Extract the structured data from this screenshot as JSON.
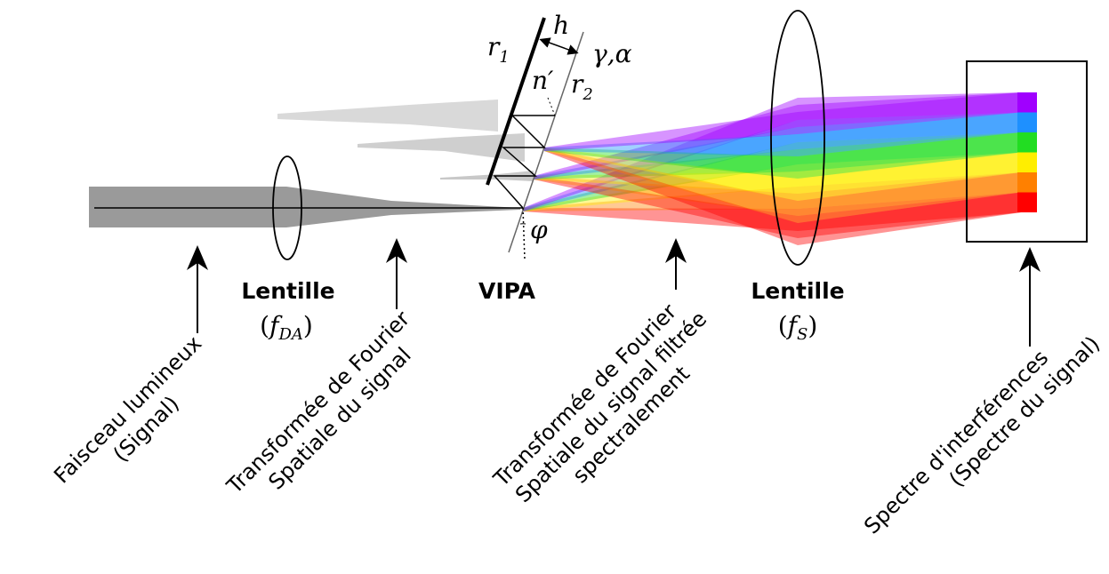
{
  "labels": {
    "lens1": "Lentille",
    "lens1_sym": "f",
    "lens1_sub": "DA",
    "lens2": "Lentille",
    "lens2_sym": "f",
    "lens2_sub": "S",
    "vipa": "VIPA",
    "beam_line1": "Faisceau lumineux",
    "beam_line2": "(Signal)",
    "ft1_line1": "Transformée de Fourier",
    "ft1_line2": "Spatiale du signal",
    "ft2_line1": "Transformée de Fourier",
    "ft2_line2": "Spatiale du signal filtrée",
    "ft2_line3": "spectralement",
    "spec_line1": "Spectre d'interférences",
    "spec_line2": "(Spectre du signal)",
    "sym_r1": "r",
    "sym_r1_sub": "1",
    "sym_r2": "r",
    "sym_r2_sub": "2",
    "sym_h": "h",
    "sym_gamma_alpha": "γ,α",
    "sym_n": "n",
    "sym_prime": "′",
    "sym_phi": "φ",
    "paren_open": "(",
    "paren_close": ")"
  },
  "colors": {
    "beam_gray": "#9a9a9a",
    "ghost_gray": "#d2d2d2",
    "spectrum": [
      "#ff0000",
      "#ff8000",
      "#ffee00",
      "#22dd22",
      "#1e90ff",
      "#a000ff"
    ]
  }
}
